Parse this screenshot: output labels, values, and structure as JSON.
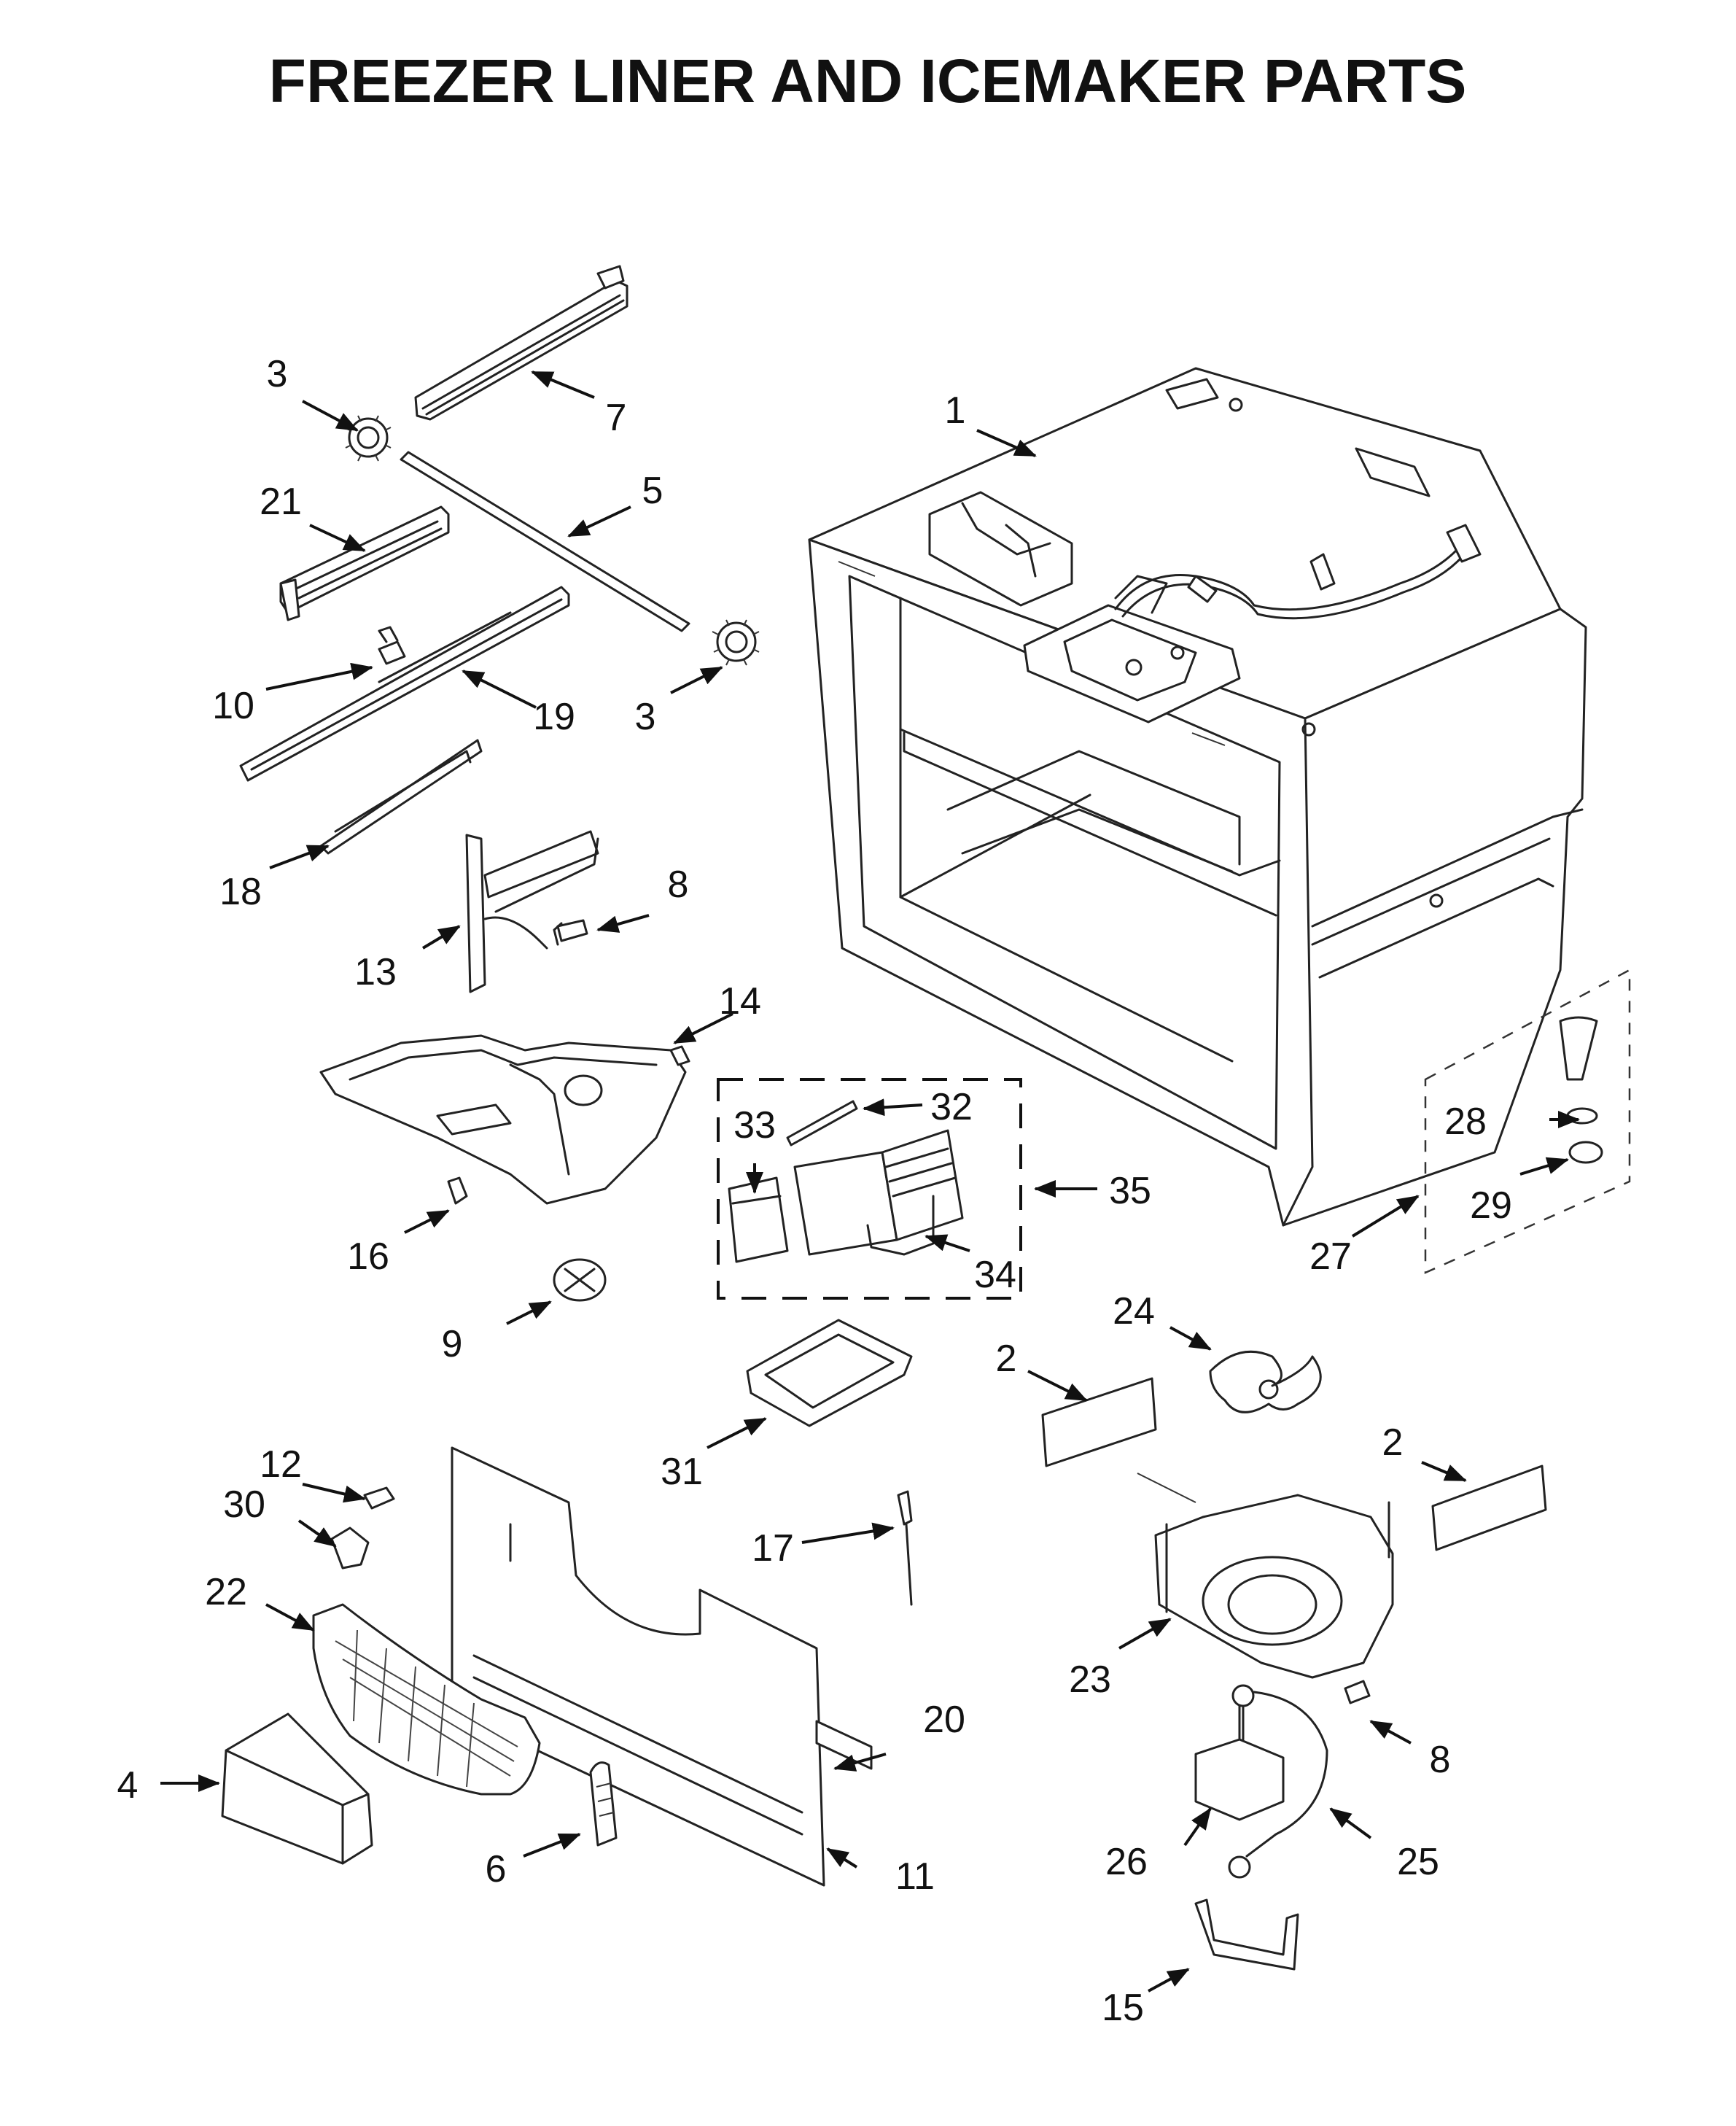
{
  "title": "FREEZER LINER AND ICEMAKER PARTS",
  "callouts": [
    {
      "id": "c1",
      "text": "1"
    },
    {
      "id": "c2a",
      "text": "2"
    },
    {
      "id": "c2b",
      "text": "2"
    },
    {
      "id": "c3a",
      "text": "3"
    },
    {
      "id": "c3b",
      "text": "3"
    },
    {
      "id": "c4",
      "text": "4"
    },
    {
      "id": "c5",
      "text": "5"
    },
    {
      "id": "c6",
      "text": "6"
    },
    {
      "id": "c7",
      "text": "7"
    },
    {
      "id": "c8a",
      "text": "8"
    },
    {
      "id": "c8b",
      "text": "8"
    },
    {
      "id": "c9",
      "text": "9"
    },
    {
      "id": "c10",
      "text": "10"
    },
    {
      "id": "c11",
      "text": "11"
    },
    {
      "id": "c12",
      "text": "12"
    },
    {
      "id": "c13",
      "text": "13"
    },
    {
      "id": "c14",
      "text": "14"
    },
    {
      "id": "c15",
      "text": "15"
    },
    {
      "id": "c16",
      "text": "16"
    },
    {
      "id": "c17",
      "text": "17"
    },
    {
      "id": "c18",
      "text": "18"
    },
    {
      "id": "c19",
      "text": "19"
    },
    {
      "id": "c20",
      "text": "20"
    },
    {
      "id": "c21",
      "text": "21"
    },
    {
      "id": "c22",
      "text": "22"
    },
    {
      "id": "c23",
      "text": "23"
    },
    {
      "id": "c24",
      "text": "24"
    },
    {
      "id": "c25",
      "text": "25"
    },
    {
      "id": "c26",
      "text": "26"
    },
    {
      "id": "c27",
      "text": "27"
    },
    {
      "id": "c28",
      "text": "28"
    },
    {
      "id": "c29",
      "text": "29"
    },
    {
      "id": "c30",
      "text": "30"
    },
    {
      "id": "c31",
      "text": "31"
    },
    {
      "id": "c32",
      "text": "32"
    },
    {
      "id": "c33",
      "text": "33"
    },
    {
      "id": "c34",
      "text": "34"
    },
    {
      "id": "c35",
      "text": "35"
    }
  ]
}
